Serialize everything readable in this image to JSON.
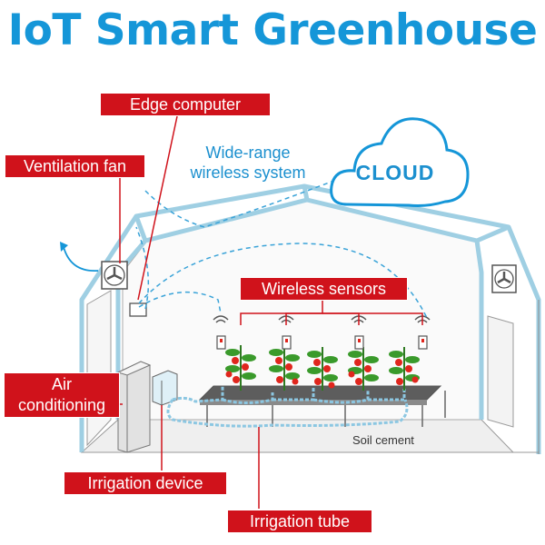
{
  "title": "IoT Smart Greenhouse",
  "cloud_label": "CLOUD",
  "wireless_note": {
    "line1": "Wide-range",
    "line2": "wireless system"
  },
  "labels": {
    "edge_computer": "Edge computer",
    "ventilation_fan": "Ventilation fan",
    "wireless_sensors": "Wireless sensors",
    "air_conditioning_1": "Air",
    "air_conditioning_2": "conditioning",
    "irrigation_device": "Irrigation device",
    "irrigation_tube": "Irrigation tube"
  },
  "soil_label": "Soil cement",
  "colors": {
    "accent_blue": "#1596d8",
    "label_red": "#d0121b",
    "frame_blue": "#9fcfe3",
    "leaf_green": "#3a9a2b",
    "tomato_red": "#e0261d"
  }
}
